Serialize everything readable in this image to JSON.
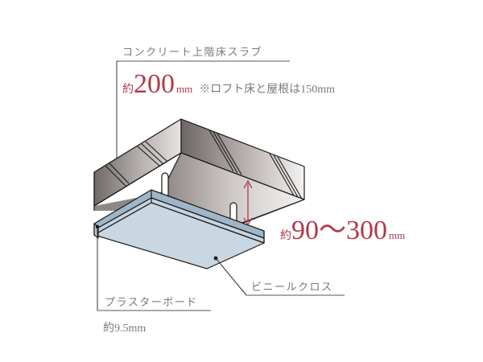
{
  "labels": {
    "slab_label": "コンクリート上階床スラブ",
    "slab_thickness_prefix": "約",
    "slab_thickness_value": "200",
    "slab_thickness_unit": "mm",
    "slab_note": "※ロフト床と屋根は150mm",
    "gap_prefix": "約",
    "gap_value": "90〜300",
    "gap_unit": "mm",
    "cloth_label": "ビニールクロス",
    "board_label": "プラスターボード",
    "board_thickness": "約9.5mm"
  },
  "colors": {
    "accent": "#b03a4a",
    "label_gray": "#7a7a7a",
    "board_face": "#c9d7e2",
    "board_edge": "#9fb6c8",
    "slab_dark": "#6e6866",
    "slab_light": "#f2f0ef"
  }
}
